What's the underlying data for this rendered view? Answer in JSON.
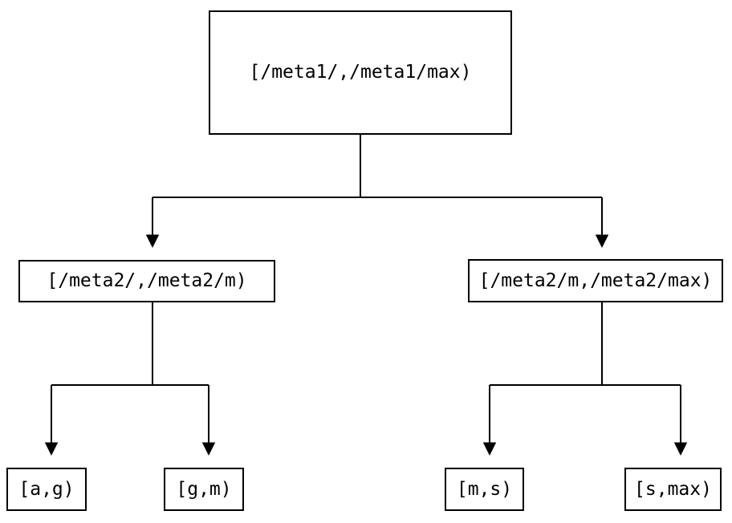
{
  "diagram": {
    "type": "tree",
    "colors": {
      "background": "#ffffff",
      "line": "#000000",
      "box_border": "#000000",
      "text": "#000000"
    },
    "nodes": {
      "root": {
        "label": "[/meta1/,/meta1/max)"
      },
      "left": {
        "label": "[/meta2/,/meta2/m)"
      },
      "right": {
        "label": "[/meta2/m,/meta2/max)"
      },
      "leaf_ag": {
        "label": "[a,g)"
      },
      "leaf_gm": {
        "label": "[g,m)"
      },
      "leaf_ms": {
        "label": "[m,s)"
      },
      "leaf_smax": {
        "label": "[s,max)"
      }
    },
    "edges": [
      {
        "from": "root",
        "to": "left"
      },
      {
        "from": "root",
        "to": "right"
      },
      {
        "from": "left",
        "to": "leaf_ag"
      },
      {
        "from": "left",
        "to": "leaf_gm"
      },
      {
        "from": "right",
        "to": "leaf_ms"
      },
      {
        "from": "right",
        "to": "leaf_smax"
      }
    ]
  }
}
